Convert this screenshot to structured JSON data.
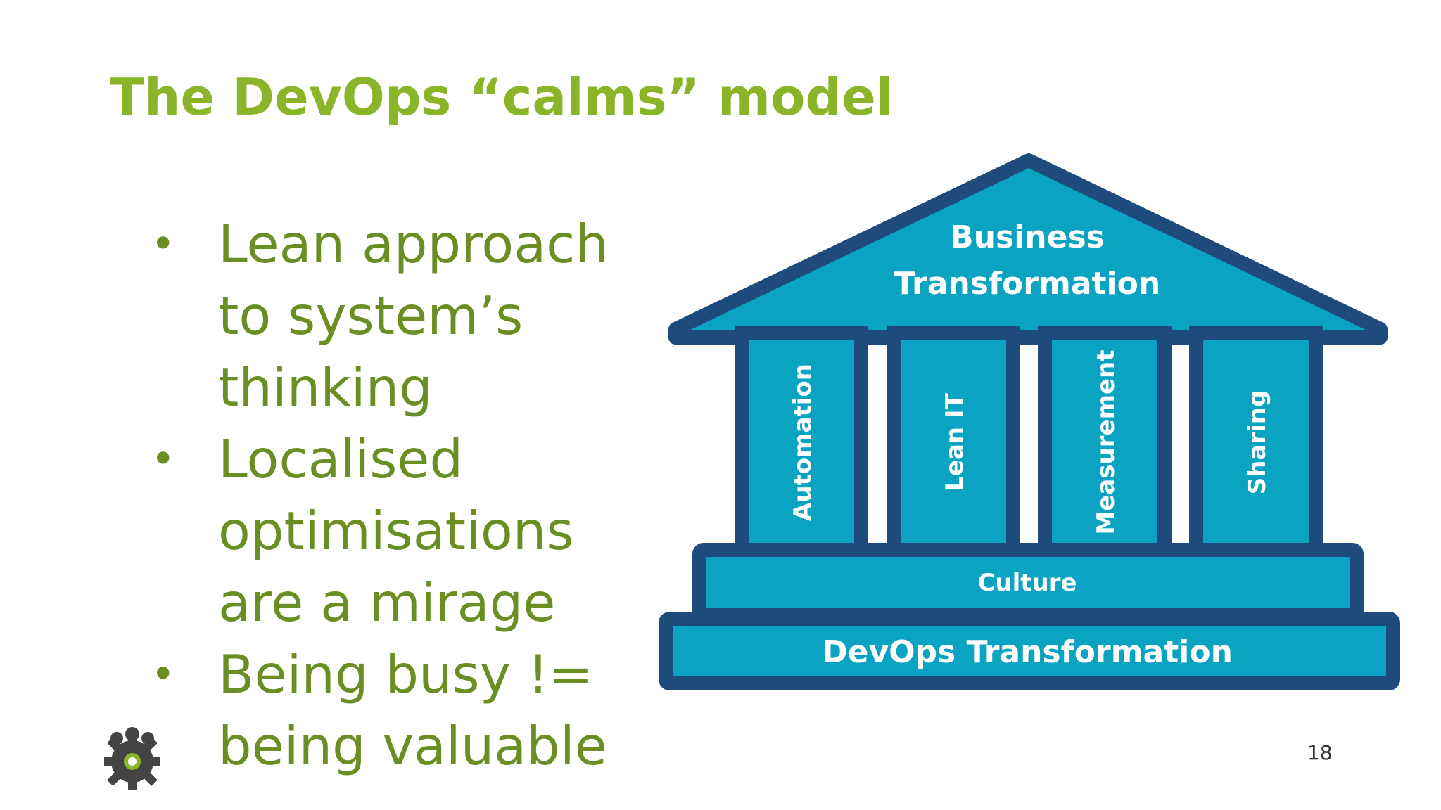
{
  "slide": {
    "title": "The DevOps “calms” model",
    "page_number": "18"
  },
  "bullets": [
    {
      "text": "Lean approach to system’s thinking"
    },
    {
      "text": "Localised optimisations are a mirage"
    },
    {
      "text": "Being busy != being valuable"
    }
  ],
  "diagram": {
    "roof_line1": "Business",
    "roof_line2": "Transformation",
    "pillars": [
      "Automation",
      "Lean IT",
      "Measurement",
      "Sharing"
    ],
    "step_upper": "Culture",
    "step_lower": "DevOps Transformation",
    "colors": {
      "fill": "#0aa3c2",
      "outline": "#1f4b7c",
      "title": "#8ab528",
      "bullet_text": "#6b8e23"
    }
  },
  "logo": {
    "icon": "gear-people-icon"
  }
}
